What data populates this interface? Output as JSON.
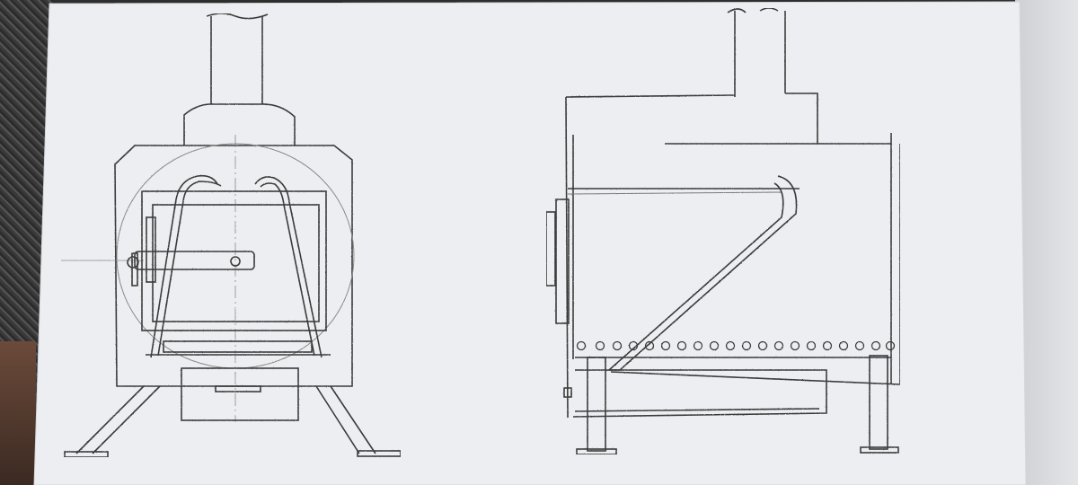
{
  "document": {
    "type": "hand-drawn technical sketch",
    "views": [
      {
        "name": "front-view"
      },
      {
        "name": "side-view"
      }
    ],
    "colors": {
      "paper": "#eeeff2",
      "pencil": "#3b3b3b",
      "pencil_light": "#8a8a8a"
    }
  }
}
